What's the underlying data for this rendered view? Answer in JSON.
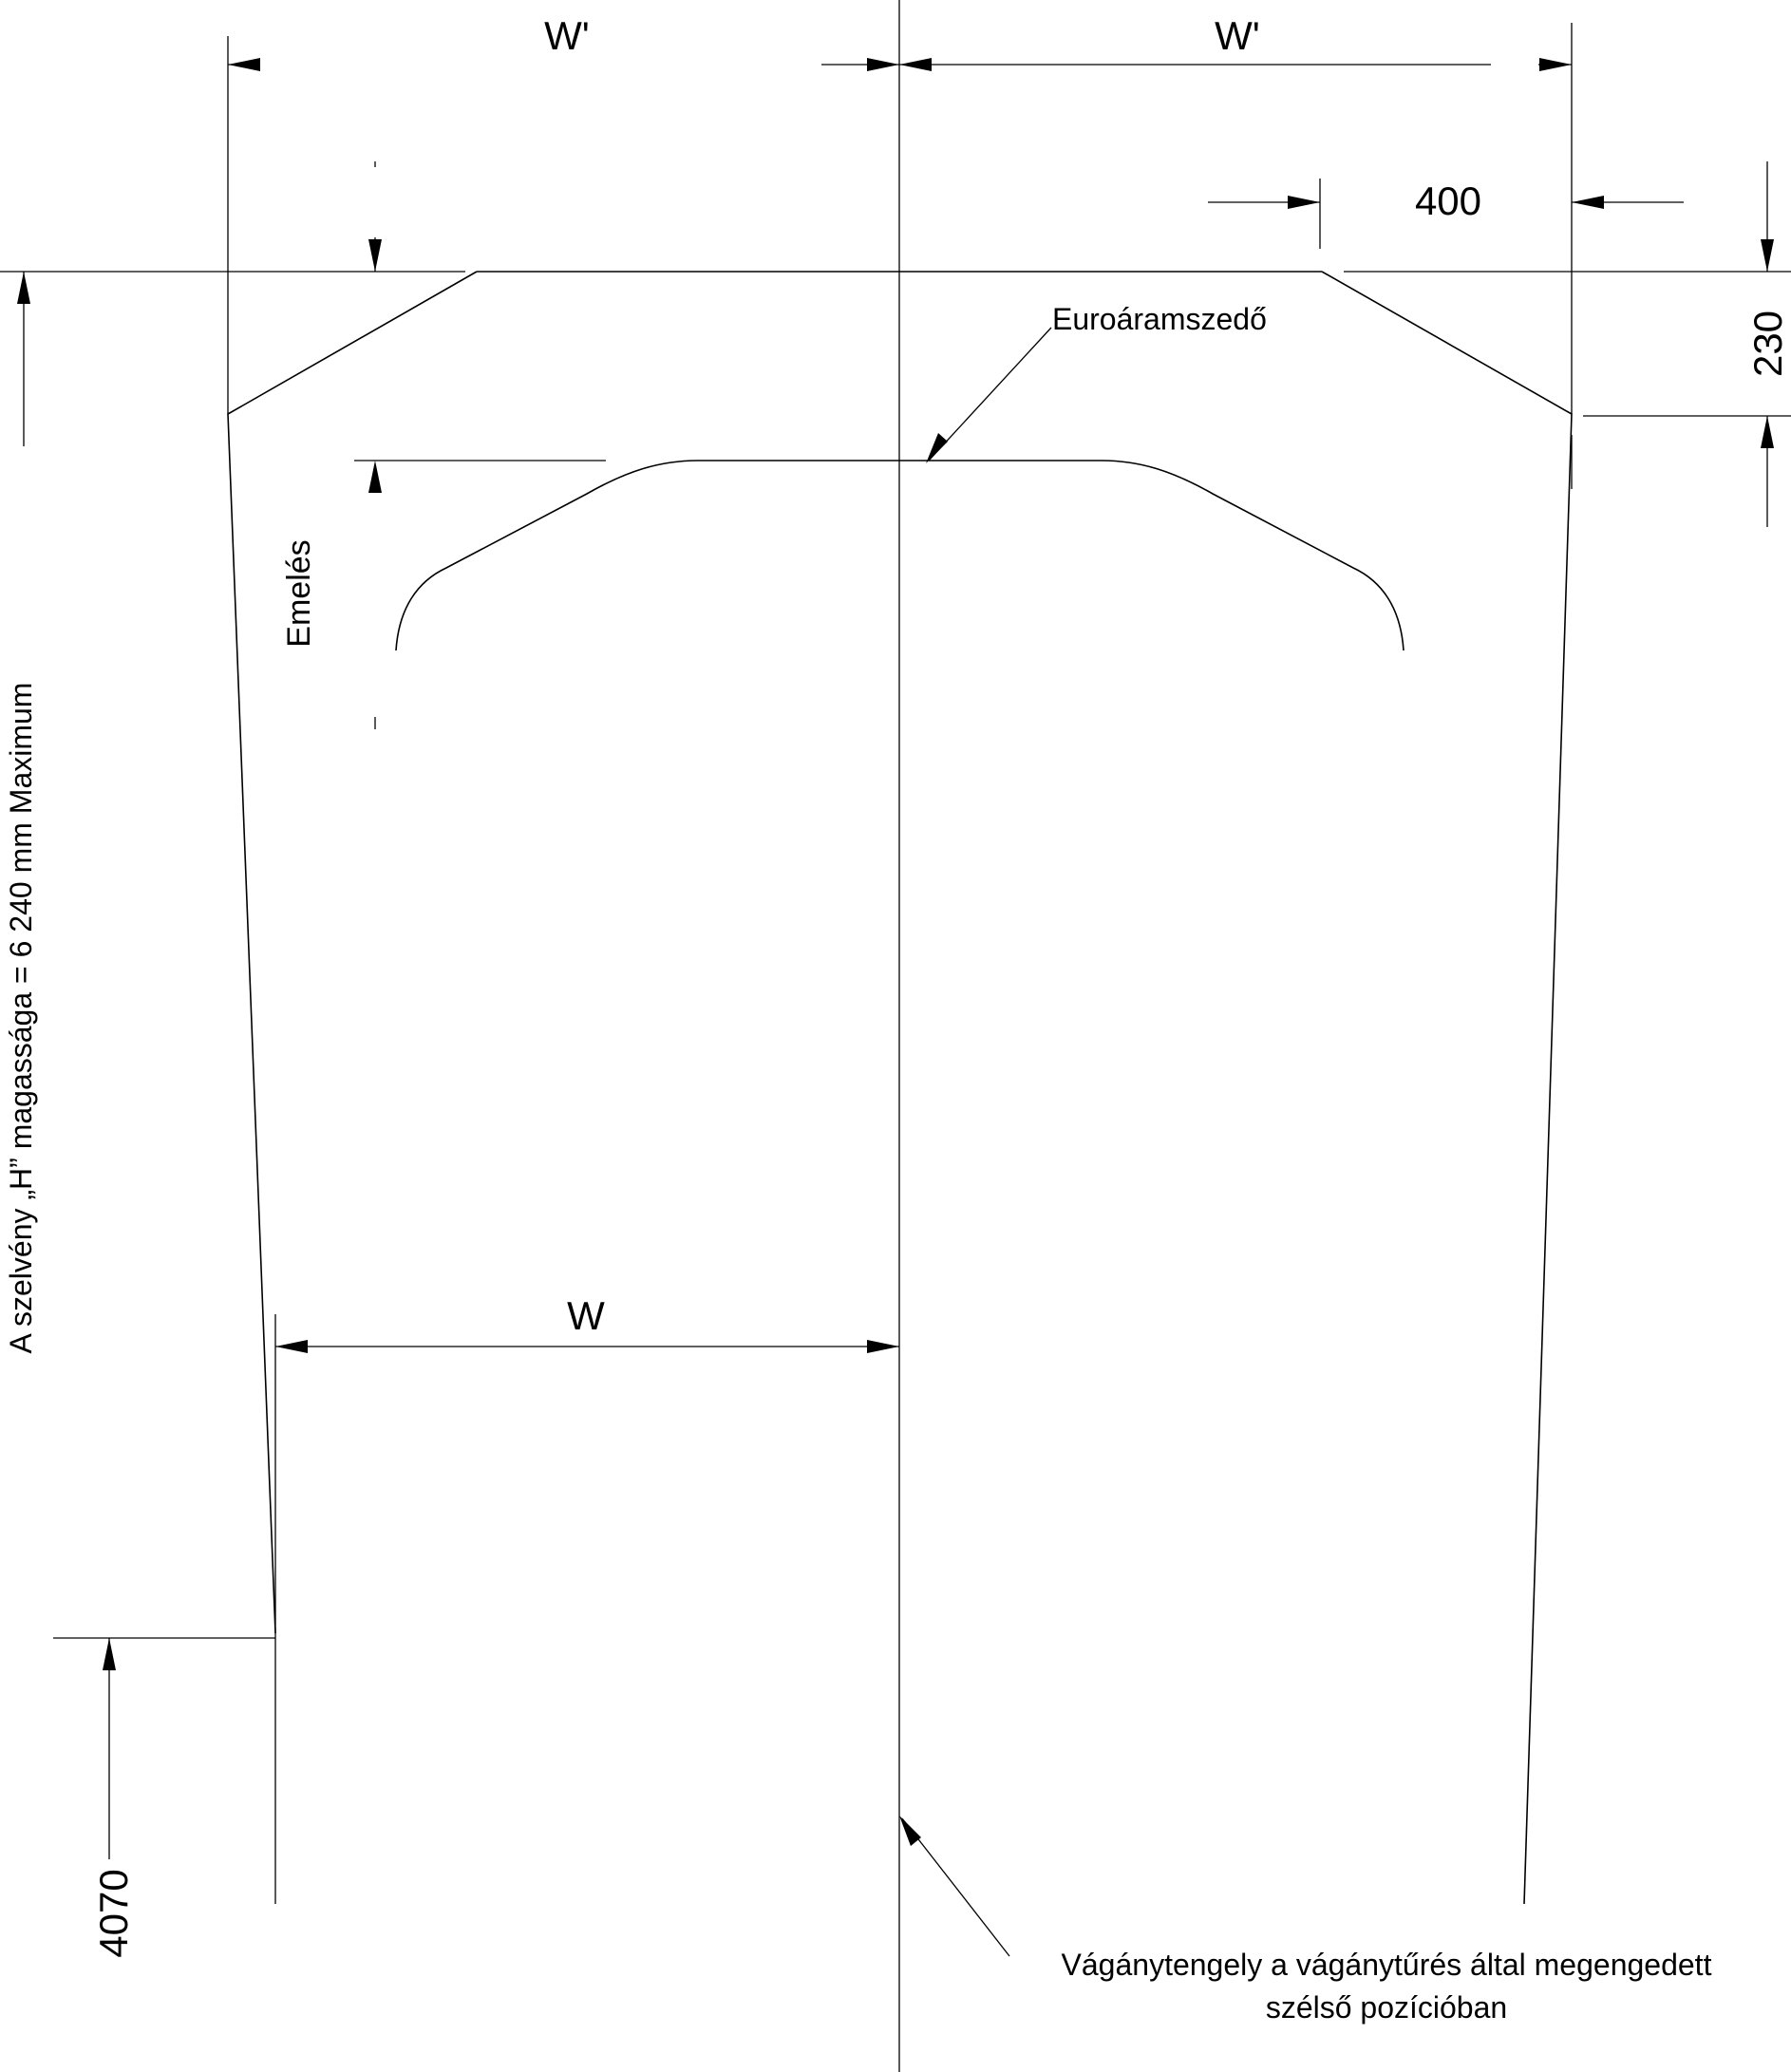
{
  "labels": {
    "w_prime_left": "W'",
    "w_prime_right": "W'",
    "dim_400": "400",
    "dim_230": "230",
    "pantograph": "Euroáramszedő",
    "lift": "Emelés",
    "height_note": "A szelvény „H” magassága = 6 240 mm Maximum",
    "w": "W",
    "dim_4070": "4070",
    "track_axis_line1": "Vágánytengely a vágánytűrés által megengedett",
    "track_axis_line2": "szélső pozícióban"
  }
}
